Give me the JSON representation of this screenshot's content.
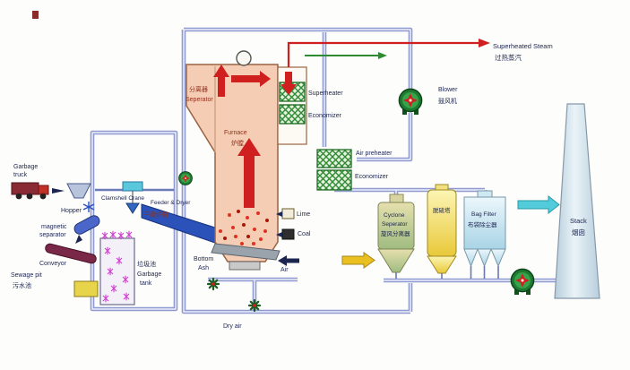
{
  "colors": {
    "pipe": "#8f9bd0",
    "furnace": "#f5cdb4",
    "arrow_red": "#cf1f1f",
    "hatch_green": "#2f8a33",
    "cyan": "#52ccda",
    "yellow": "#e9c020",
    "label_ink": "#1c2550",
    "label_red": "#93301c"
  },
  "labels": {
    "garbage_truck": {
      "line1": "Garbage",
      "line2": "truck"
    },
    "hopper": "Hopper",
    "magnetic_separator": {
      "line1": "magnetic",
      "line2": "separator"
    },
    "conveyor": "Conveyor",
    "sewage_pit": {
      "en": "Sewage pit",
      "zh": "污水池"
    },
    "garbage_tank": {
      "zh": "垃圾池",
      "en1": "Garbage",
      "en2": "tank"
    },
    "clamshell_crane": "Clamshell Crane",
    "feeder": {
      "en": "Feeder & Dryer",
      "zh": "干燥炉排"
    },
    "separator": {
      "zh": "分离器",
      "en": "Seperator"
    },
    "furnace": {
      "en": "Furnace",
      "zh": "炉膛"
    },
    "superheated_steam": {
      "en": "Superheated Steam",
      "zh": "过热蒸汽"
    },
    "superheater": "Superheater",
    "economizer_upper": "Economizer",
    "air_preheater": "Air preheater",
    "economizer_lower": "Economizer",
    "blower": {
      "en": "Blower",
      "zh": "鼓风机"
    },
    "lime": "Lime",
    "coal": "Coal",
    "bottom_ash": {
      "line1": "Bottom",
      "line2": "Ash"
    },
    "air": "Air",
    "dry_air": "Dry air",
    "cyclone": {
      "en1": "Cyclone",
      "en2": "Seperator",
      "zh": "旋风分离器"
    },
    "desulfurizer": "脱硫塔",
    "bag_filter": {
      "en": "Bag Filter",
      "zh": "布袋除尘器"
    },
    "stack": {
      "en": "Stack",
      "zh": "烟囱"
    }
  }
}
